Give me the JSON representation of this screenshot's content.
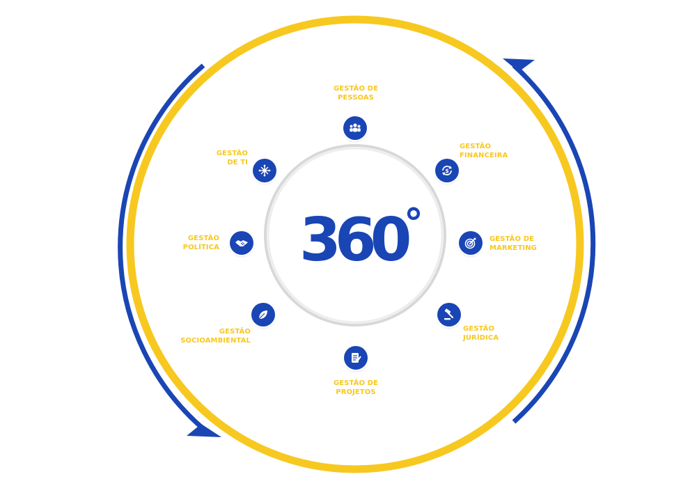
{
  "colors": {
    "blue": "#1a45b4",
    "yellow": "#f7c81f",
    "hub_ring": "#d6d6d6",
    "label": "#f7c81f"
  },
  "hub": {
    "logo_text": "360",
    "degree_symbol": "°"
  },
  "segments": [
    {
      "id": "pessoas",
      "icon": "people-group-icon",
      "line1": "GESTÃO DE",
      "line2": "PESSOAS"
    },
    {
      "id": "financeira",
      "icon": "money-cycle-icon",
      "line1": "GESTÃO",
      "line2": "FINANCEIRA"
    },
    {
      "id": "marketing",
      "icon": "target-icon",
      "line1": "GESTÃO DE",
      "line2": "MARKETING"
    },
    {
      "id": "juridica",
      "icon": "gavel-icon",
      "line1": "GESTÃO",
      "line2": "JURÍDICA"
    },
    {
      "id": "projetos",
      "icon": "document-edit-icon",
      "line1": "GESTÃO DE",
      "line2": "PROJETOS"
    },
    {
      "id": "socioambiental",
      "icon": "leaf-icon",
      "line1": "GESTÃO",
      "line2": "SOCIOAMBIENTAL"
    },
    {
      "id": "politica",
      "icon": "handshake-icon",
      "line1": "GESTÃO",
      "line2": "POLÍTICA"
    },
    {
      "id": "ti",
      "icon": "network-icon",
      "line1": "GESTÃO",
      "line2": "DE TI"
    }
  ]
}
